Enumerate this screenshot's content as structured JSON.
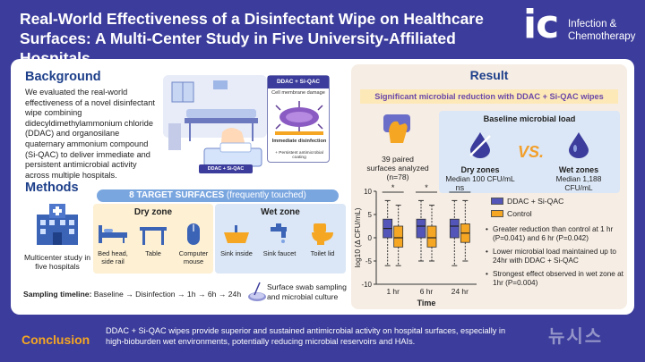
{
  "header": {
    "title": "Real-World Effectiveness of a Disinfectant Wipe on Healthcare Surfaces: A Multi-Center Study in Five University-Affiliated Hospitals",
    "logo_mark": "ic",
    "journal_line1": "Infection &",
    "journal_line2": "Chemotherapy"
  },
  "background": {
    "title": "Background",
    "text": "We evaluated the real-world effectiveness of a novel disinfectant wipe combining didecyldimethylammonium chloride (DDAC) and organosilane quaternary ammonium compound (Si-QAC) to deliver immediate and persistent antimicrobial activity across multiple hospitals.",
    "illustration": {
      "box_title": "DDAC + Si-QAC",
      "box_caption": "Cell membrane damage",
      "box_immediate": "Immediate disinfection",
      "box_persistent": "+ Persistent antimicrobial coating",
      "wipe_label": "DDAC + Si-QAC"
    }
  },
  "methods": {
    "title": "Methods",
    "hospitals_label": "Multicenter study in five hospitals",
    "surfaces_heading_bold": "8 TARGET SURFACES",
    "surfaces_heading_rest": " (frequently touched)",
    "dry_zone": {
      "label": "Dry zone",
      "items": [
        {
          "label": "Bed head, side rail",
          "icon": "bed-icon"
        },
        {
          "label": "Table",
          "icon": "table-icon"
        },
        {
          "label": "Computer mouse",
          "icon": "mouse-icon"
        }
      ]
    },
    "wet_zone": {
      "label": "Wet zone",
      "items": [
        {
          "label": "Sink inside",
          "icon": "sink-icon"
        },
        {
          "label": "Sink faucet",
          "icon": "faucet-icon"
        },
        {
          "label": "Toilet lid",
          "icon": "toilet-icon"
        }
      ]
    },
    "timeline_bold": "Sampling timeline:",
    "timeline_text": " Baseline → Disinfection → 1h → 6h → 24h",
    "swab_label": "Surface swab sampling and microbial culture"
  },
  "result": {
    "title": "Result",
    "significance": "Significant microbial reduction with DDAC + Si-QAC wipes",
    "paired_count": "39 paired",
    "paired_rest": "surfaces analyzed",
    "paired_n": "(n=78)",
    "baseline_title": "Baseline microbial load",
    "vs_label": "VS.",
    "dry": {
      "name": "Dry zones",
      "median": "Median 100 CFU/mL"
    },
    "wet": {
      "name": "Wet zones",
      "median": "Median 1,188 CFU/mL"
    },
    "findings": [
      "Greater reduction than control at 1 hr (P=0.041) and 6 hr (P=0.042)",
      "Lower microbial load maintained up to 24hr with DDAC + Si-QAC",
      "Strongest effect observed in wet zone at 1hr (P=0.004)"
    ]
  },
  "chart_data": {
    "type": "box",
    "xlabel": "Time",
    "ylabel": "log10 (Δ CFU/mL)",
    "ylim": [
      -10,
      10
    ],
    "yticks": [
      10,
      5,
      0,
      -5,
      -10
    ],
    "categories": [
      "1 hr",
      "6 hr",
      "24 hr"
    ],
    "significance": [
      "*",
      "*",
      "ns"
    ],
    "series": [
      {
        "name": "DDAC + Si-QAC",
        "color": "#5356b8",
        "boxes": [
          {
            "min": -6,
            "q1": 0,
            "median": 2,
            "q3": 4,
            "max": 8
          },
          {
            "min": -5,
            "q1": 0,
            "median": 2.5,
            "q3": 4,
            "max": 8
          },
          {
            "min": -6,
            "q1": 0,
            "median": 2.5,
            "q3": 4,
            "max": 8
          }
        ]
      },
      {
        "name": "Control",
        "color": "#f5a623",
        "boxes": [
          {
            "min": -6,
            "q1": -2,
            "median": 0,
            "q3": 2.5,
            "max": 7
          },
          {
            "min": -5,
            "q1": -2,
            "median": 0,
            "q3": 2.5,
            "max": 7
          },
          {
            "min": -5,
            "q1": -1,
            "median": 1,
            "q3": 3,
            "max": 8
          }
        ]
      }
    ]
  },
  "conclusion": {
    "title": "Conclusion",
    "text": "DDAC + Si-QAC wipes provide superior and sustained antimicrobial activity on hospital surfaces, especially in high-bioburden wet environments, potentially reducing microbial reservoirs and HAIs."
  },
  "watermark": "뉴시스",
  "colors": {
    "brand": "#3b3c9b",
    "heading": "#1d3f8a",
    "accent_orange": "#f5a623",
    "accent_purple": "#6b48a8"
  }
}
